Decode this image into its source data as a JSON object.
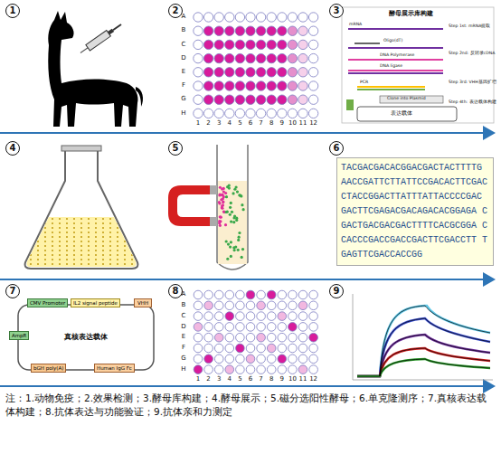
{
  "diagram": {
    "caption": "注：1.动物免疫；2.效果检测；3.酵母库构建；4.酵母展示；5.磁分选阳性酵母；6.单克隆测序；7.真核表达载体构建；8.抗体表达与功能验证；9.抗体亲和力测定",
    "nodes": [
      {
        "text": [
          "TACGACGACACGGACGACTACTTTTG AACCGATTCTTATTCCGACACTTCGAC CTACCGGACTTATTTATTACCCCGAC GACTTCGAGACGACAGACACGGAGA CGACTGACGACGACTTTTCACGCGGA CCACCCGACCGACCGACTTCGACCTT TGAGTTCGACCACCGG"
        ]
      },
      {
        "text": [
          "CMV Promoter"
        ]
      },
      {
        "text": [
          "IL2 signal peptide"
        ]
      },
      {
        "text": [
          "VHH"
        ]
      },
      {
        "text": [
          "AmpR"
        ]
      },
      {
        "text": [
          "bGH poly(A)"
        ]
      },
      {
        "text": [
          "Human IgG Fc"
        ]
      }
    ],
    "labels": [
      "1",
      "2",
      "3",
      "4",
      "5",
      "6",
      "7",
      "8",
      "9",
      "A",
      "B",
      "C",
      "D",
      "E",
      "F",
      "G",
      "H",
      "1",
      "2",
      "3",
      "4",
      "5",
      "6",
      "7",
      "8",
      "9",
      "10",
      "11",
      "12",
      "A",
      "B",
      "C",
      "D",
      "E",
      "F",
      "G",
      "H",
      "1",
      "2",
      "3",
      "4",
      "5",
      "6",
      "7",
      "8",
      "9",
      "10",
      "11",
      "12",
      "酵母展示库构建",
      "Step 1st: mRNA提取",
      "Step 2nd: 反转录cDNA",
      "Step 3rd: VHH基因扩增",
      "Step 4th: 表达载体构建",
      "mRNA",
      "Oligo(dT)",
      "DNA Polymerase",
      "DNA ligase",
      "PCR",
      "Clone into Plasmid",
      "表达载体",
      "真核表达载体"
    ]
  }
}
